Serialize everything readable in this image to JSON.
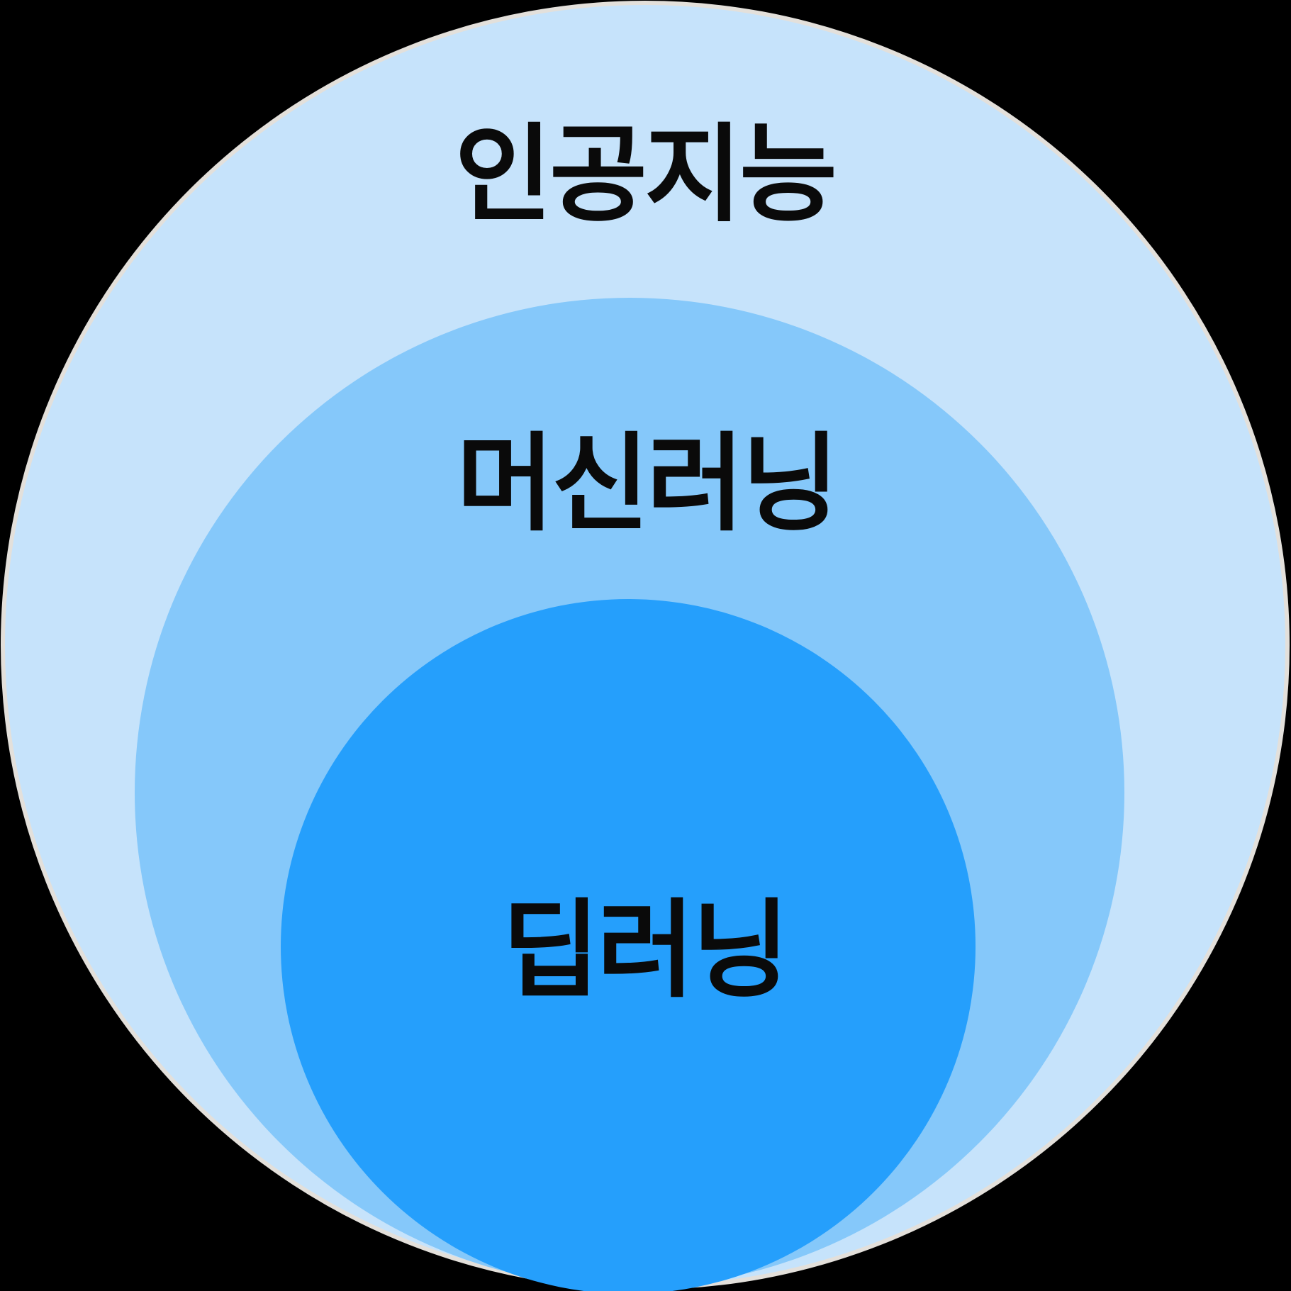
{
  "diagram": {
    "type": "nested-circles",
    "background_color": "#000000",
    "edge_color": "#e3e0db",
    "text_color": "#0a0a0a",
    "rings": [
      {
        "id": "artificial-intelligence",
        "label": "인공지능",
        "color": "#c6e3fb",
        "level": 1
      },
      {
        "id": "machine-learning",
        "label": "머신러닝",
        "color": "#85c8fa",
        "level": 2
      },
      {
        "id": "deep-learning",
        "label": "딥러닝",
        "color": "#259ffc",
        "level": 3
      }
    ]
  }
}
